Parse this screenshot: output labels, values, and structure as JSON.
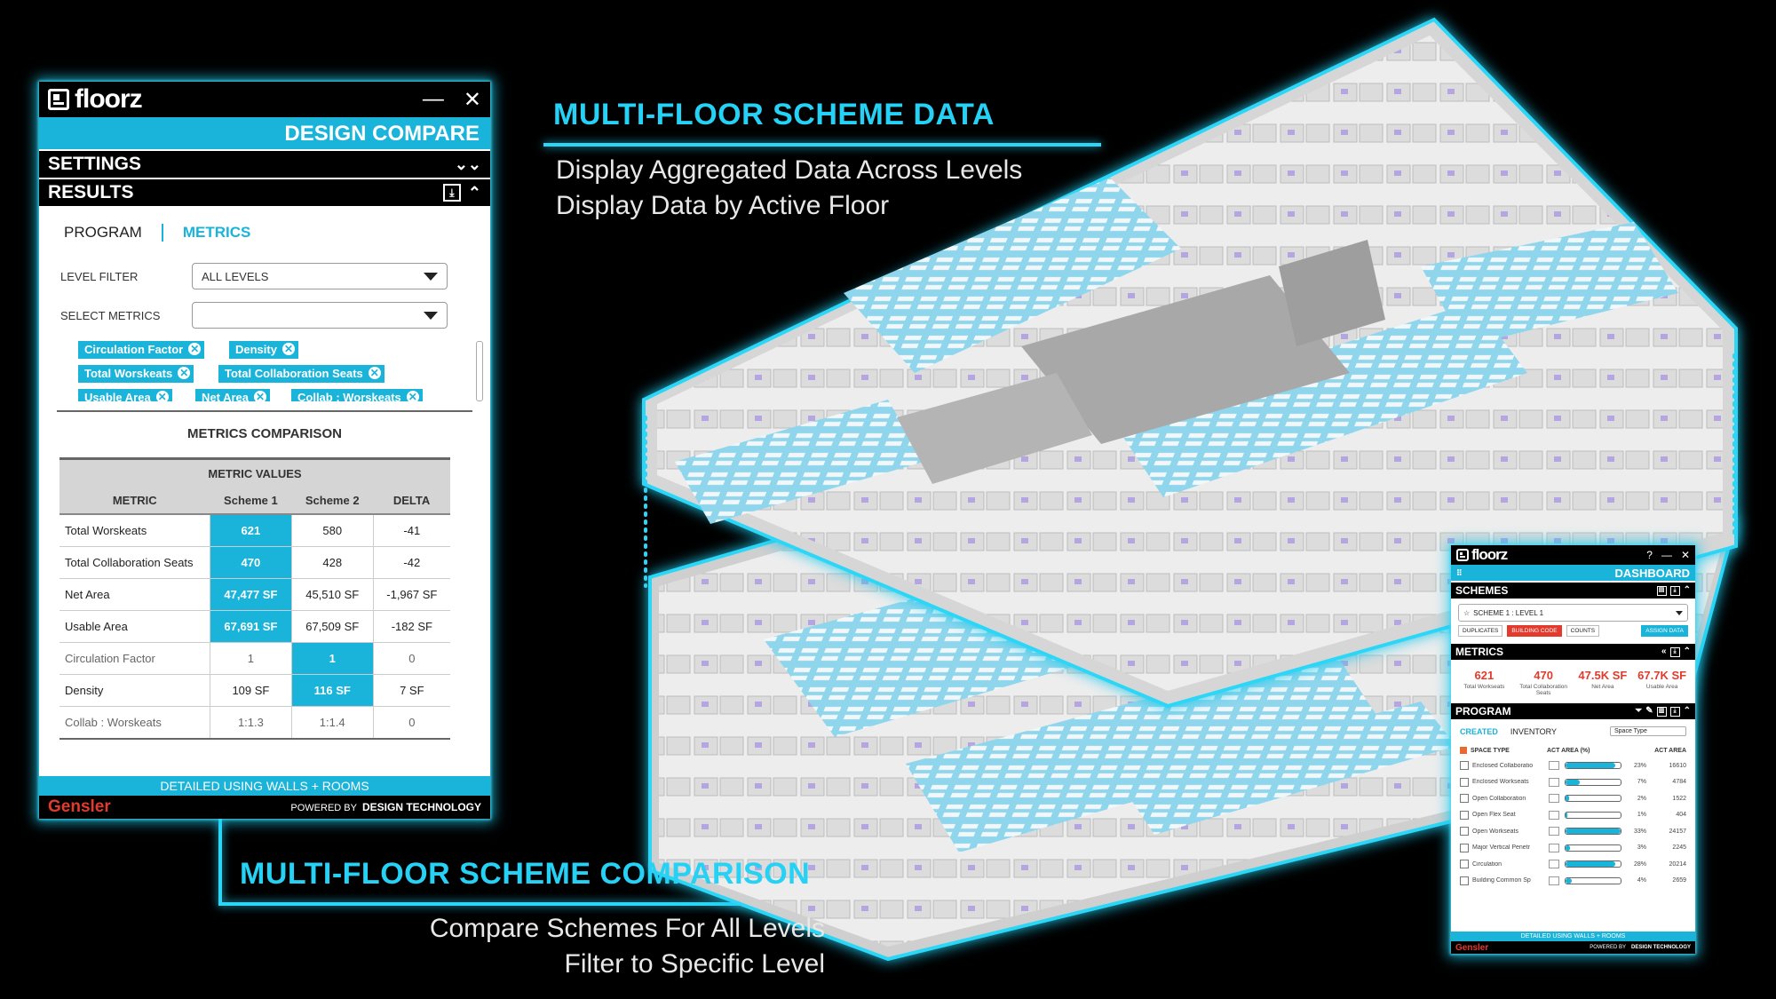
{
  "design_compare": {
    "logo_text": "floorz",
    "minimize": "—",
    "close": "✕",
    "banner": "DESIGN COMPARE",
    "settings_label": "SETTINGS",
    "results_label": "RESULTS",
    "tabs": [
      {
        "label": "PROGRAM"
      },
      {
        "label": "METRICS"
      }
    ],
    "level_filter_label": "LEVEL FILTER",
    "level_filter_value": "ALL LEVELS",
    "select_metrics_label": "SELECT METRICS",
    "select_metrics_value": "",
    "chips": [
      "Circulation Factor",
      "Density",
      "Total Worskeats",
      "Total Collaboration Seats",
      "Usable Area",
      "Net Area",
      "Collab : Worskeats"
    ],
    "comparison_title": "METRICS COMPARISON",
    "table": {
      "group_header": "METRIC VALUES",
      "headers": [
        "METRIC",
        "Scheme 1",
        "Scheme 2",
        "DELTA"
      ],
      "rows": [
        [
          "Total Worskeats",
          "621",
          "580",
          "-41"
        ],
        [
          "Total Collaboration Seats",
          "470",
          "428",
          "-42"
        ],
        [
          "Net Area",
          "47,477 SF",
          "45,510 SF",
          "-1,967 SF"
        ],
        [
          "Usable Area",
          "67,691 SF",
          "67,509 SF",
          "-182 SF"
        ],
        [
          "Circulation Factor",
          "1",
          "1",
          "0"
        ],
        [
          "Density",
          "109 SF",
          "116 SF",
          "7 SF"
        ],
        [
          "Collab : Worskeats",
          "1:1.3",
          "1:1.4",
          "0"
        ]
      ]
    },
    "footer_note": "DETAILED USING WALLS + ROOMS",
    "brand": "Gensler",
    "powered_by": "POWERED BY",
    "powered_brand": "DESIGN TECHNOLOGY"
  },
  "callouts": {
    "top_title": "MULTI-FLOOR SCHEME DATA",
    "top_lines": [
      "Display Aggregated Data Across Levels",
      "Display Data by Active Floor"
    ],
    "bottom_title": "MULTI-FLOOR SCHEME COMPARISON",
    "bottom_lines": [
      "Compare Schemes For All Levels",
      "Filter to Specific Level"
    ]
  },
  "dashboard": {
    "logo_text": "floorz",
    "help": "?",
    "minimize": "—",
    "close": "✕",
    "banner": "DASHBOARD",
    "schemes_label": "SCHEMES",
    "scheme_select": "SCHEME 1 : LEVEL 1",
    "buttons": [
      "DUPLICATES",
      "BUILDING CODE",
      "COUNTS",
      "ASSIGN DATA"
    ],
    "metrics_label": "METRICS",
    "metrics": [
      {
        "value": "621",
        "label": "Total Workseats"
      },
      {
        "value": "470",
        "label": "Total Collaboration Seats"
      },
      {
        "value": "47.5K SF",
        "label": "Net Area"
      },
      {
        "value": "67.7K SF",
        "label": "Usable Area"
      }
    ],
    "program_label": "PROGRAM",
    "program_tabs": [
      "CREATED",
      "INVENTORY"
    ],
    "program_select": "Space Type",
    "columns": [
      "SPACE TYPE",
      "ACT AREA (%)",
      "ACT AREA"
    ],
    "rows": [
      {
        "name": "Enclosed Collaboratio",
        "pct": "23%",
        "area": "16610",
        "fill": 0.9
      },
      {
        "name": "Enclosed Workseats",
        "pct": "7%",
        "area": "4784",
        "fill": 0.25
      },
      {
        "name": "Open Collaboration",
        "pct": "2%",
        "area": "1522",
        "fill": 0.06
      },
      {
        "name": "Open Flex Seat",
        "pct": "1%",
        "area": "404",
        "fill": 0.03
      },
      {
        "name": "Open Workseats",
        "pct": "33%",
        "area": "24157",
        "fill": 1.0
      },
      {
        "name": "Major Vertical Penetr",
        "pct": "3%",
        "area": "2245",
        "fill": 0.08
      },
      {
        "name": "Circulation",
        "pct": "28%",
        "area": "20214",
        "fill": 0.9
      },
      {
        "name": "Building Common Sp",
        "pct": "4%",
        "area": "2659",
        "fill": 0.12
      }
    ],
    "footer_note": "DETAILED USING WALLS + ROOMS",
    "brand": "Gensler",
    "powered_by": "POWERED BY",
    "powered_brand": "DESIGN TECHNOLOGY"
  }
}
